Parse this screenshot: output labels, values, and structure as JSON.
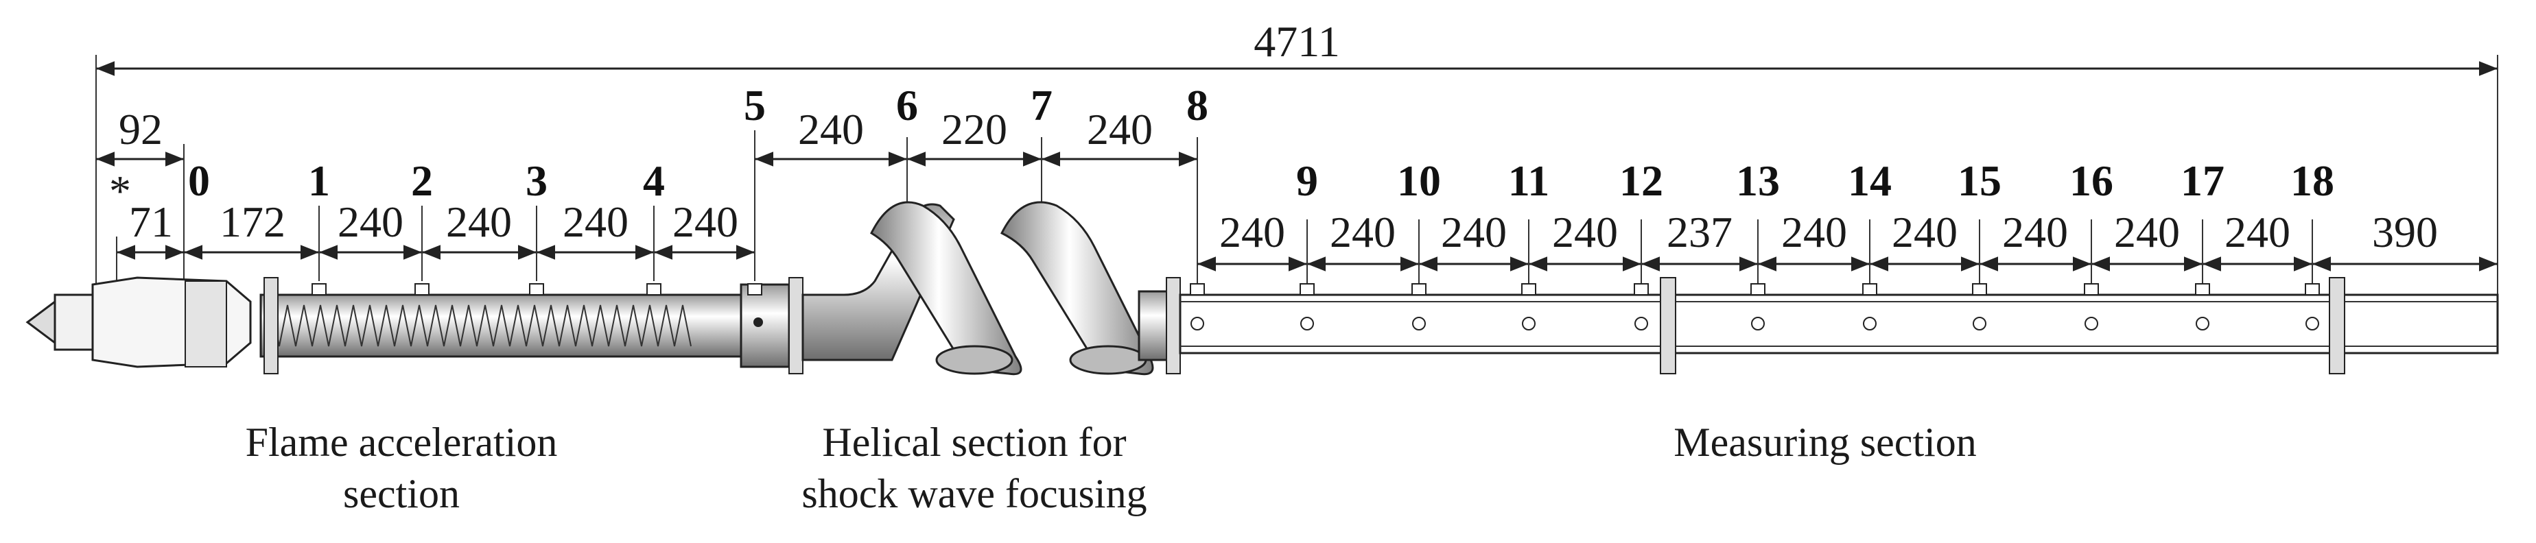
{
  "overall_length": "4711",
  "dimensions": {
    "d92": "92",
    "d71": "71",
    "d172": "172",
    "d240_1": "240",
    "d240_2": "240",
    "d240_3": "240",
    "d240_4": "240",
    "d240_56": "240",
    "d220": "220",
    "d240_78": "240",
    "d240_89": "240",
    "d240_910": "240",
    "d240_1011": "240",
    "d240_1112": "240",
    "d237": "237",
    "d240_1314": "240",
    "d240_1415": "240",
    "d240_1516": "240",
    "d240_1617": "240",
    "d240_1718": "240",
    "d390": "390"
  },
  "star_mark": "*",
  "stations": [
    "0",
    "1",
    "2",
    "3",
    "4",
    "5",
    "6",
    "7",
    "8",
    "9",
    "10",
    "11",
    "12",
    "13",
    "14",
    "15",
    "16",
    "17",
    "18"
  ],
  "sections": {
    "flame_line1": "Flame acceleration",
    "flame_line2": "section",
    "helical_line1": "Helical section for",
    "helical_line2": "shock wave focusing",
    "measuring": "Measuring section"
  },
  "colors": {
    "line": "#222222",
    "tube_light": "#ffffff",
    "tube_dark": "#6e6e6e"
  }
}
